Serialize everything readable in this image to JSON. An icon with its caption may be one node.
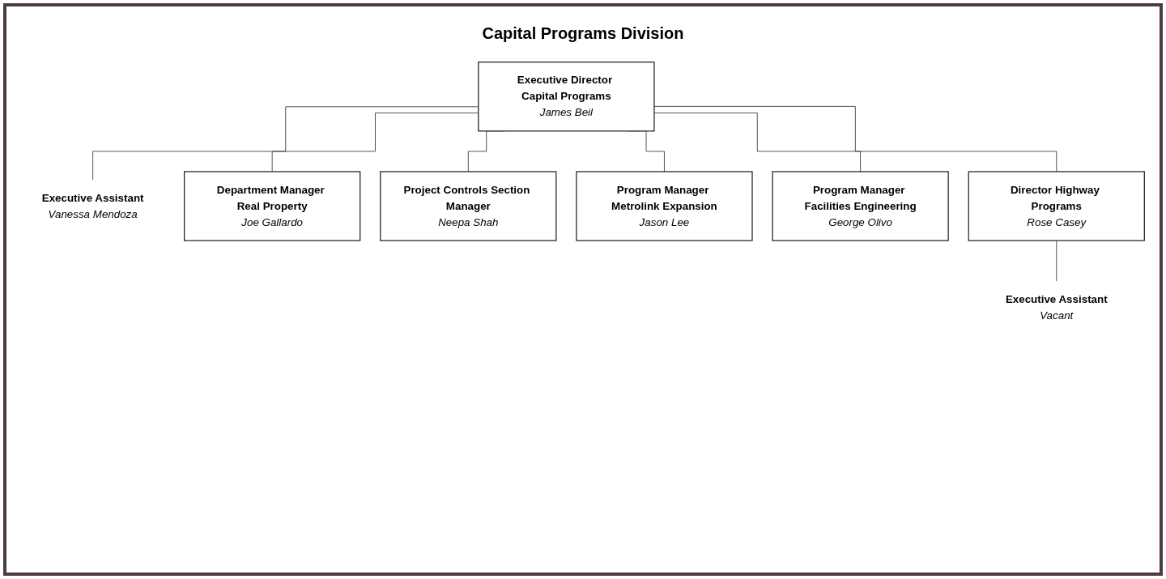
{
  "diagram": {
    "title": "Capital Programs Division",
    "nodes": [
      {
        "text": [
          "Executive Director Capital Programs",
          "James Beil"
        ]
      },
      {
        "text": [
          "Executive Assistant",
          "Vanessa Mendoza"
        ]
      },
      {
        "text": [
          "Department Manager Real Property",
          "Joe Gallardo"
        ]
      },
      {
        "text": [
          "Project Controls Section Manager",
          "Neepa Shah"
        ]
      },
      {
        "text": [
          "Program Manager Metrolink Expansion",
          "Jason Lee"
        ]
      },
      {
        "text": [
          "Program Manager Facilities Engineering",
          "George Olivo"
        ]
      },
      {
        "text": [
          "Director Highway Programs",
          "Rose Casey"
        ]
      },
      {
        "text": [
          "Executive Assistant",
          "Vacant"
        ]
      }
    ],
    "edges": [
      {
        "from": 0,
        "to": 1,
        "arrow": "none"
      },
      {
        "from": 0,
        "to": 2,
        "arrow": "none"
      },
      {
        "from": 0,
        "to": 3,
        "arrow": "none"
      },
      {
        "from": 0,
        "to": 4,
        "arrow": "none"
      },
      {
        "from": 0,
        "to": 5,
        "arrow": "none"
      },
      {
        "from": 0,
        "to": 6,
        "arrow": "none"
      },
      {
        "from": 6,
        "to": 7,
        "arrow": "none"
      }
    ]
  }
}
